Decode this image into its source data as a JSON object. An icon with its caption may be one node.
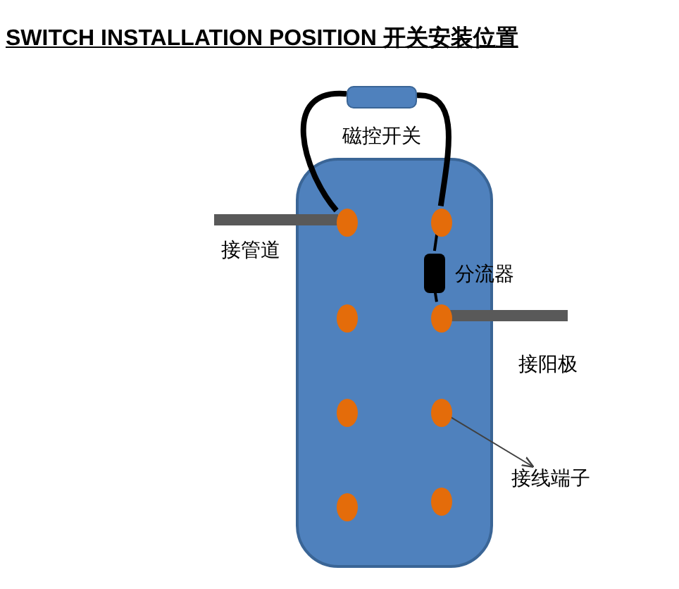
{
  "diagram": {
    "title": "SWITCH INSTALLATION POSITION 开关安装位置",
    "nodes": [
      {
        "text": [],
        "shape": "box"
      },
      {
        "text": [],
        "shape": "box",
        "beside": [
          "磁控开关"
        ]
      },
      {
        "text": [],
        "shape": "bar",
        "beside": [
          "接管道"
        ]
      },
      {
        "text": [],
        "shape": "circle",
        "in": 0
      },
      {
        "text": [],
        "shape": "circle",
        "in": 0
      },
      {
        "text": [],
        "shape": "circle",
        "in": 0
      },
      {
        "text": [],
        "shape": "circle",
        "in": 0
      },
      {
        "text": [],
        "shape": "circle",
        "in": 0
      },
      {
        "text": [],
        "shape": "circle",
        "in": 0
      },
      {
        "text": [],
        "shape": "circle",
        "in": 0
      },
      {
        "text": [],
        "shape": "circle",
        "in": 0
      },
      {
        "text": [],
        "shape": "box",
        "in": 0,
        "beside": [
          "分流器"
        ]
      },
      {
        "text": [],
        "shape": "bar",
        "beside": [
          "接阳极"
        ]
      },
      {
        "text": [
          "接线端子"
        ]
      }
    ],
    "edges": [
      {
        "from": 1,
        "to": 3,
        "arrow": "none",
        "style": "thick"
      },
      {
        "from": 1,
        "to": 4,
        "arrow": "none",
        "style": "thick"
      },
      {
        "from": 4,
        "to": 11,
        "arrow": "none"
      },
      {
        "from": 11,
        "to": 6,
        "arrow": "none"
      },
      {
        "from": 8,
        "to": 13,
        "arrow": "to",
        "color": "#404040"
      }
    ]
  }
}
